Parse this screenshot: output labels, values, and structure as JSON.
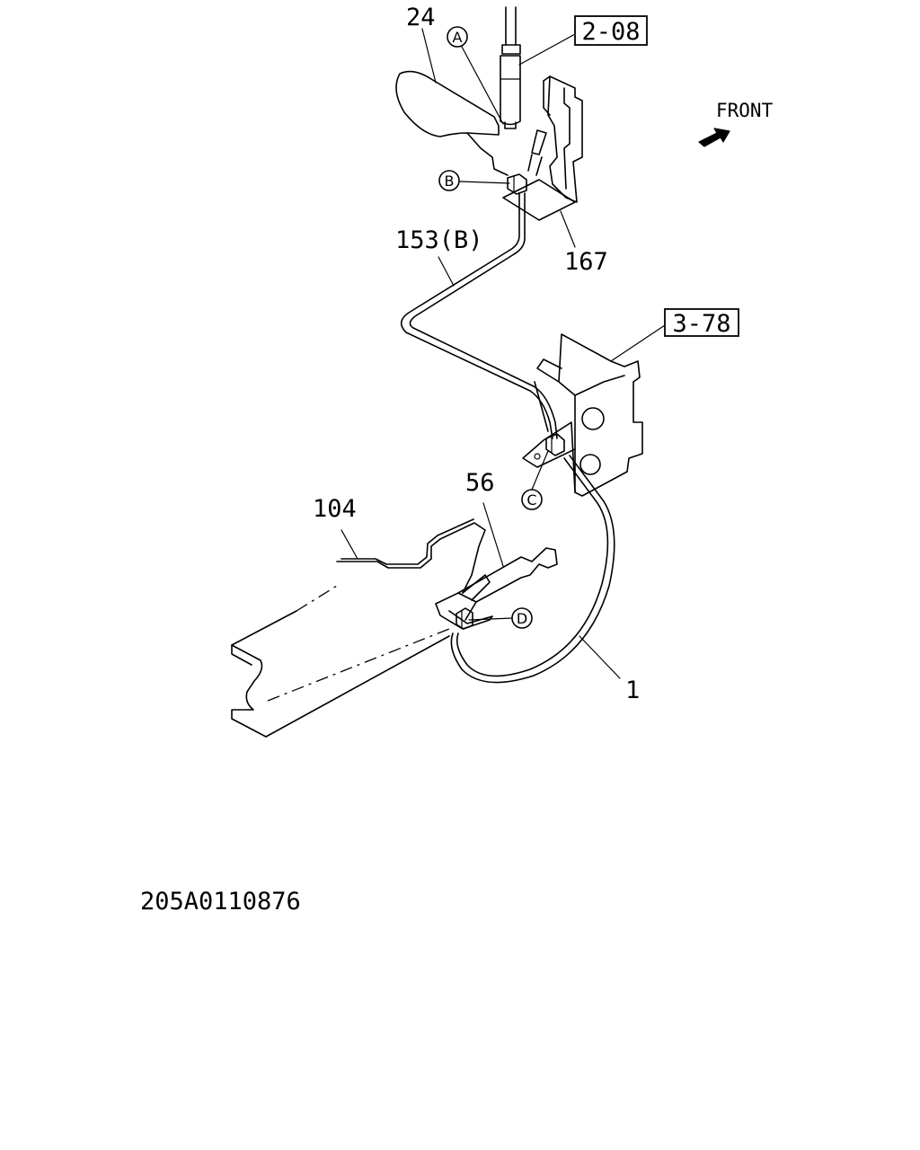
{
  "callouts": {
    "p24": "24",
    "ref_208": "2-08",
    "p167": "167",
    "p153b": "153(B)",
    "ref_378": "3-78",
    "p56": "56",
    "p104": "104",
    "p1": "1"
  },
  "points": {
    "a": "A",
    "b": "B",
    "c": "C",
    "d": "D"
  },
  "front_label": "FRONT",
  "figure_code": "205A0110876"
}
